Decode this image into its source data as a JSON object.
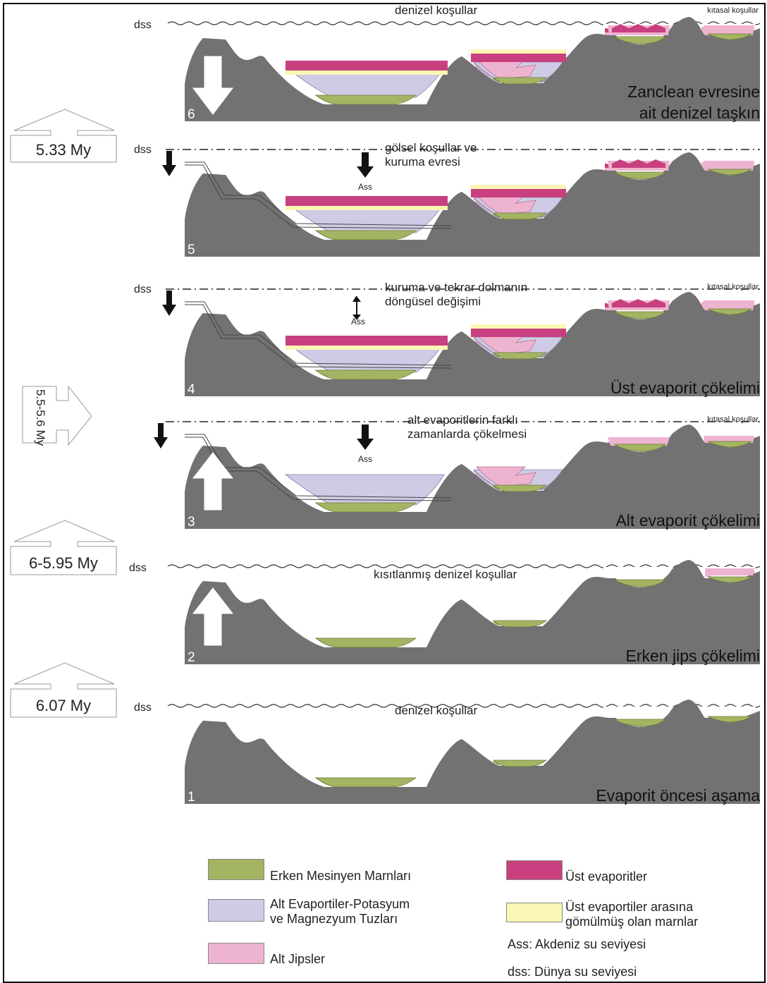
{
  "panels": [
    {
      "number": "6",
      "title_lines": [
        "Zanclean evresine",
        "ait denizel taşkın"
      ],
      "sea_label": "dss",
      "note_lines": [
        "denizel koşullar"
      ],
      "right_note": "kıtasal koşullar",
      "ass_label": ""
    },
    {
      "number": "5",
      "title_lines": [],
      "sea_label": "dss",
      "note_lines": [
        "gölsel koşullar ve",
        "kuruma evresi"
      ],
      "right_note": "",
      "ass_label": "Ass"
    },
    {
      "number": "4",
      "title_lines": [
        "Üst evaporit çökelimi"
      ],
      "sea_label": "dss",
      "note_lines": [
        "kuruma ve tekrar dolmanın",
        "döngüsel değişimi"
      ],
      "right_note": "kıtasal koşullar",
      "ass_label": "Ass"
    },
    {
      "number": "3",
      "title_lines": [
        "Alt evaporit çökelimi"
      ],
      "sea_label": "",
      "note_lines": [
        "alt evaporitlerin farklı",
        "zamanlarda çökelmesi"
      ],
      "right_note": "kıtasal koşullar",
      "ass_label": "Ass"
    },
    {
      "number": "2",
      "title_lines": [
        "Erken jips çökelimi"
      ],
      "sea_label": "dss",
      "note_lines": [
        "kısıtlanmış denizel koşullar"
      ],
      "right_note": "",
      "ass_label": ""
    },
    {
      "number": "1",
      "title_lines": [
        "Evaporit öncesi aşama"
      ],
      "sea_label": "dss",
      "note_lines": [
        "denizel koşullar"
      ],
      "right_note": "",
      "ass_label": ""
    }
  ],
  "time_markers": [
    {
      "label": "5.33 My"
    },
    {
      "label": "5.5-5.6 My"
    },
    {
      "label": "6-5.95 My"
    },
    {
      "label": "6.07 My"
    }
  ],
  "legend": {
    "early_marls": "Erken Mesinyen Marnları",
    "lower_evap_1": "Alt Evaportiler-Potasyum",
    "lower_evap_2": "ve Magnezyum Tuzları",
    "lower_gypsum": "Alt Jipsler",
    "upper_evap": "Üst evaporitler",
    "upper_marls_1": "Üst evaportiler arasına",
    "upper_marls_2": "gömülmüş olan marnlar",
    "ass_def": "Ass: Akdeniz su seviyesi",
    "dss_def": "dss: Dünya su seviyesi"
  },
  "colors": {
    "rock": "#727272",
    "marl": "#a3b562",
    "lower_evaporites": "#cfcbe6",
    "lower_gypsum": "#eeb3cf",
    "upper_evaporites": "#c8407f",
    "interbedded_marls": "#fbf6b4"
  }
}
